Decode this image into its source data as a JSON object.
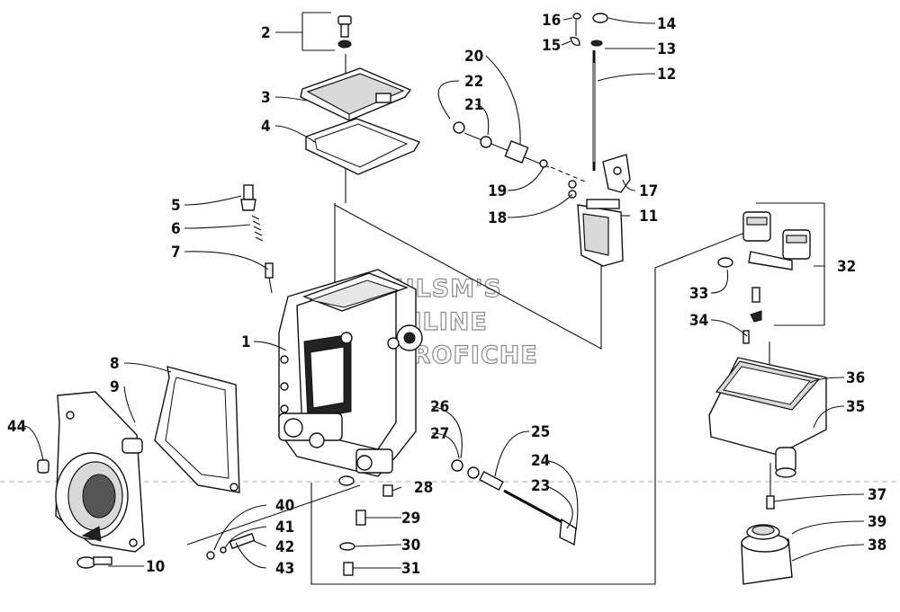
{
  "watermark": [
    "HLSM'S",
    "ONLINE",
    "MICROFICHE"
  ],
  "callouts": [
    "1",
    "2",
    "3",
    "4",
    "5",
    "6",
    "7",
    "8",
    "9",
    "10",
    "11",
    "12",
    "13",
    "14",
    "15",
    "16",
    "17",
    "18",
    "19",
    "20",
    "21",
    "22",
    "23",
    "24",
    "25",
    "26",
    "27",
    "28",
    "29",
    "30",
    "31",
    "32",
    "33",
    "34",
    "35",
    "36",
    "37",
    "38",
    "39",
    "40",
    "41",
    "42",
    "43",
    "44"
  ]
}
